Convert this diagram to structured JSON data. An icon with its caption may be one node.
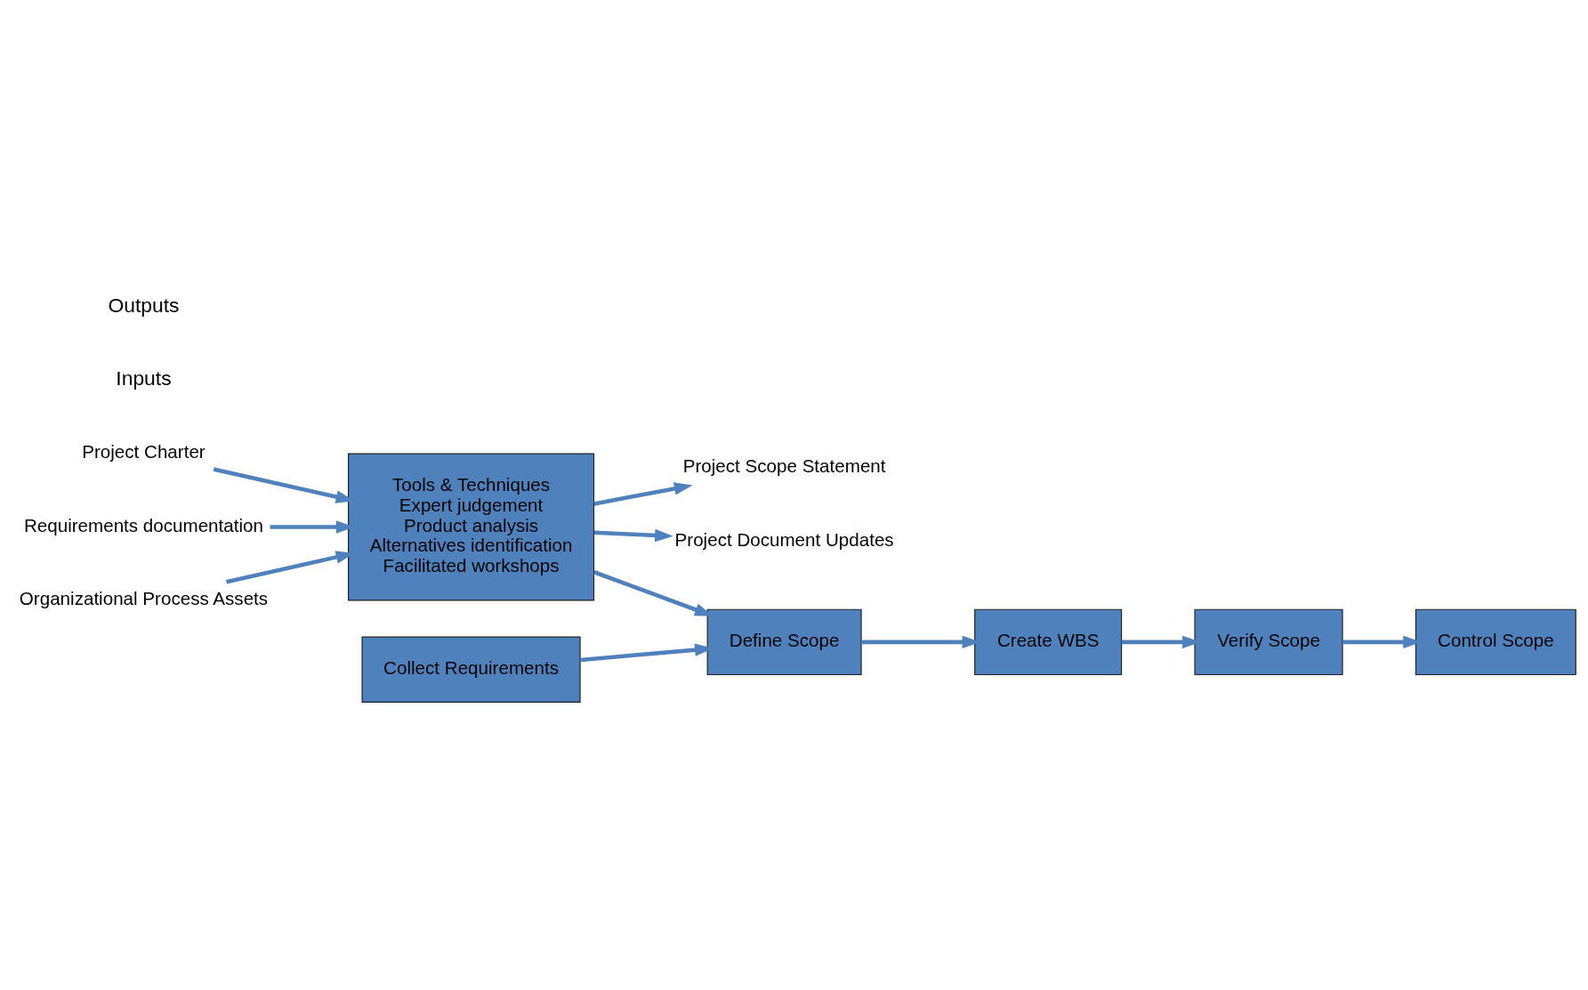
{
  "diagram": {
    "nodes": [
      {
        "text": [
          "Project Charter"
        ]
      },
      {
        "text": [
          "Requirements documentation"
        ]
      },
      {
        "text": [
          "Organizational Process Assets"
        ]
      },
      {
        "text": [
          "Tools & Techniques",
          "Expert judgement",
          "Product analysis",
          "Alternatives identification",
          "Facilitated workshops"
        ]
      },
      {
        "text": [
          "Project Scope Statement"
        ]
      },
      {
        "text": [
          "Project Document Updates"
        ]
      },
      {
        "text": [
          "Collect Requirements"
        ]
      },
      {
        "text": [
          "Define Scope"
        ]
      },
      {
        "text": [
          "Create WBS"
        ]
      },
      {
        "text": [
          "Verify Scope"
        ]
      },
      {
        "text": [
          "Control Scope"
        ]
      }
    ],
    "edges": [
      {
        "from": 0,
        "to": 3,
        "arrow": "to"
      },
      {
        "from": 1,
        "to": 3,
        "arrow": "to"
      },
      {
        "from": 2,
        "to": 3,
        "arrow": "to"
      },
      {
        "from": 3,
        "to": 4,
        "arrow": "to"
      },
      {
        "from": 3,
        "to": 5,
        "arrow": "to"
      },
      {
        "from": 3,
        "to": 7,
        "arrow": "to"
      },
      {
        "from": 6,
        "to": 7,
        "arrow": "to"
      },
      {
        "from": 7,
        "to": 8,
        "arrow": "to"
      },
      {
        "from": 8,
        "to": 9,
        "arrow": "to"
      },
      {
        "from": 9,
        "to": 10,
        "arrow": "to"
      }
    ],
    "labels": [
      "Inputs",
      "Outputs"
    ]
  }
}
